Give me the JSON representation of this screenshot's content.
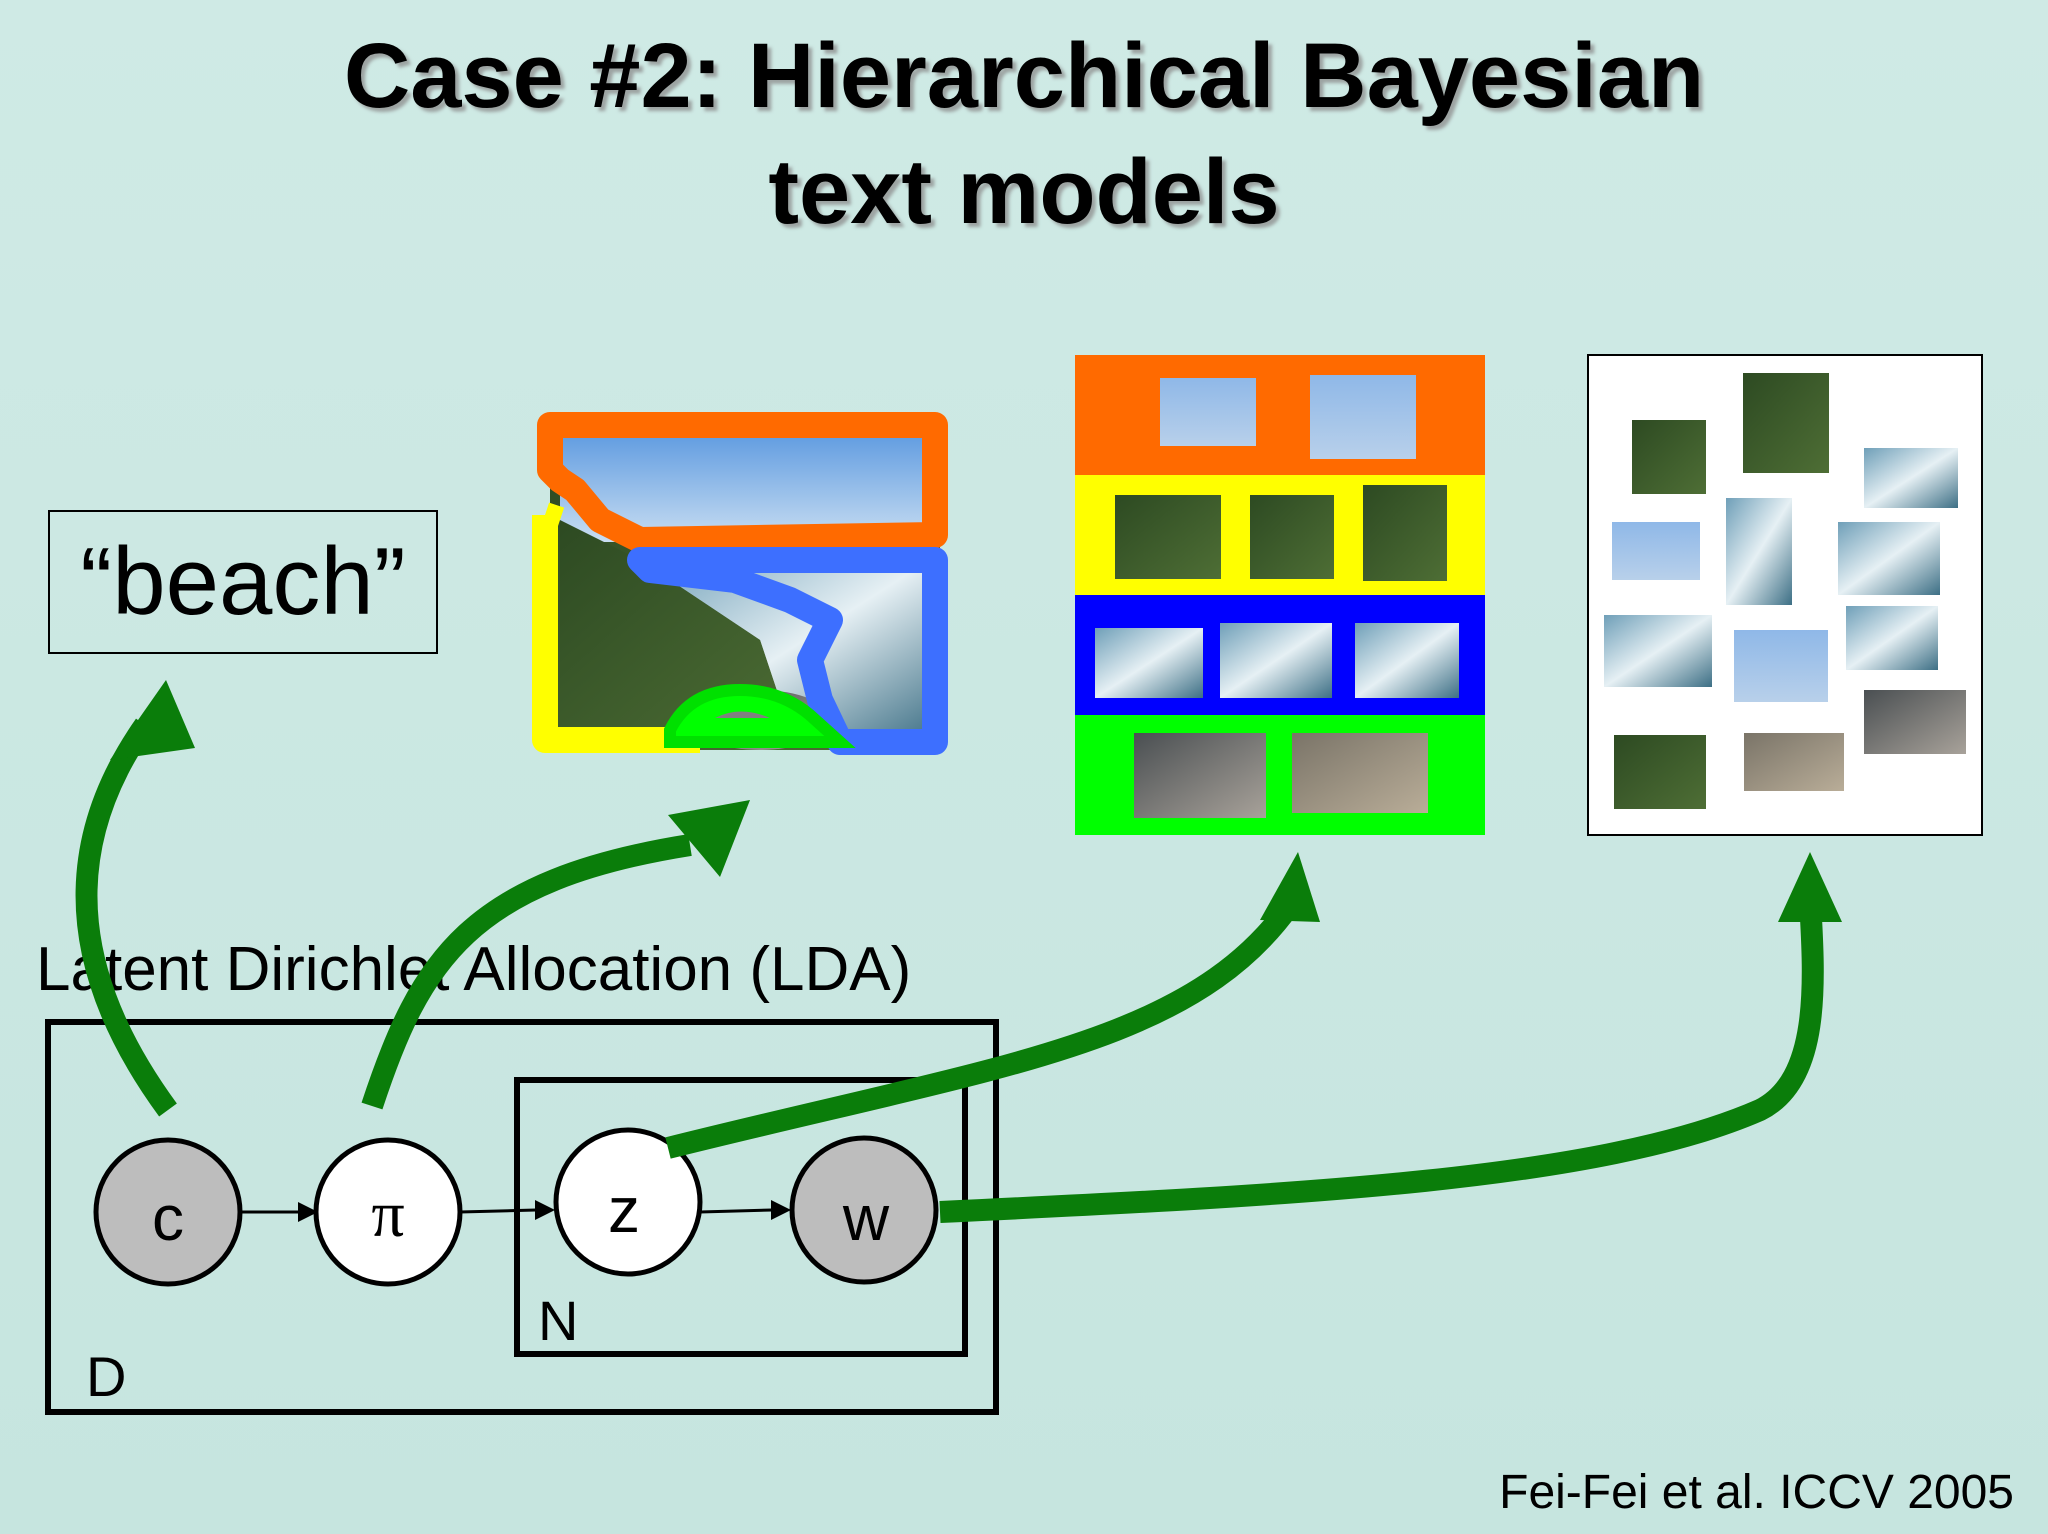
{
  "slide": {
    "title_line1": "Case #2: Hierarchical Bayesian",
    "title_line2": "text models",
    "beach_label": "“beach”",
    "lda_label": "Latent Dirichlet Allocation (LDA)",
    "citation": "Fei-Fei et al. ICCV 2005"
  },
  "model": {
    "nodes": {
      "c": "c",
      "pi": "π",
      "z": "z",
      "w": "w"
    },
    "plates": {
      "outer": "D",
      "inner": "N"
    }
  },
  "colors": {
    "background": "#cde8e3",
    "arrow_green": "#0a7d0a",
    "observed_node": "#bdbdbd",
    "latent_node": "#ffffff",
    "orange": "#ff6a00",
    "yellow": "#ffff00",
    "blue": "#0000ff",
    "green": "#00ff00",
    "region_blue": "#3d6fff"
  },
  "icons": {
    "scene_photo": "beach-scene-segmented-icon",
    "region_grid": "region-patch-grid-icon",
    "bag_of_words": "scattered-patches-icon"
  }
}
